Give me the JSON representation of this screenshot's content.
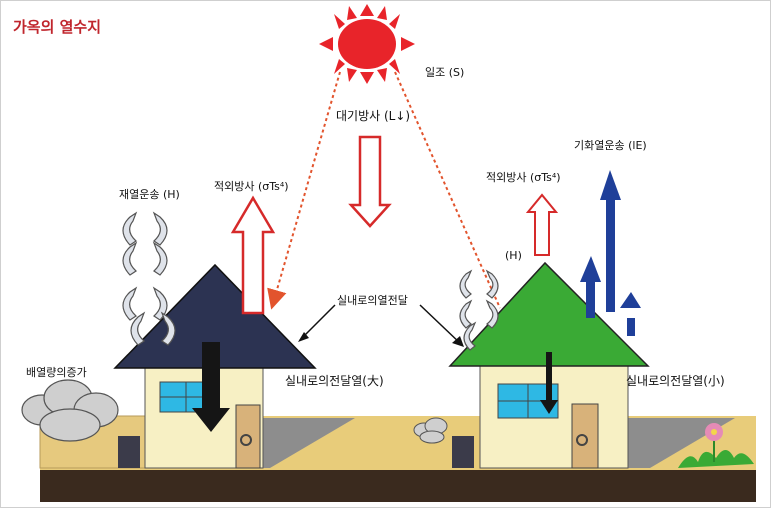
{
  "title": "가옥의 열수지",
  "labels": {
    "insolation": "일조 (S)",
    "atmospheric_radiation": "대기방사 (L↓)",
    "infrared_radiation_left": "적외방사 (σTs⁴)",
    "infrared_radiation_right": "적외방사 (σTs⁴)",
    "latent_heat_transport": "기화열운송 (lE)",
    "sensible_heat_transport": "재열운송 (H)",
    "sensible_heat_right": "(H)",
    "indoor_heat_transfer": "실내로의열전달",
    "indoor_heat_large": "실내로의전달열(大)",
    "indoor_heat_small": "실내로의전달열(小)",
    "exhaust_heat_increase": "배열량의증가"
  },
  "colors": {
    "title": "#c0262d",
    "sun": "#e8242a",
    "dark_roof": "#2c3352",
    "green_roof": "#3aaa35",
    "wall": "#f7f0c4",
    "window": "#2eb8e4",
    "ground": "#3a2a1e",
    "ground_fill": "#e8cc7a",
    "latent_arrow": "#1f3f99",
    "radiation_arrow": "#d62a2a"
  }
}
